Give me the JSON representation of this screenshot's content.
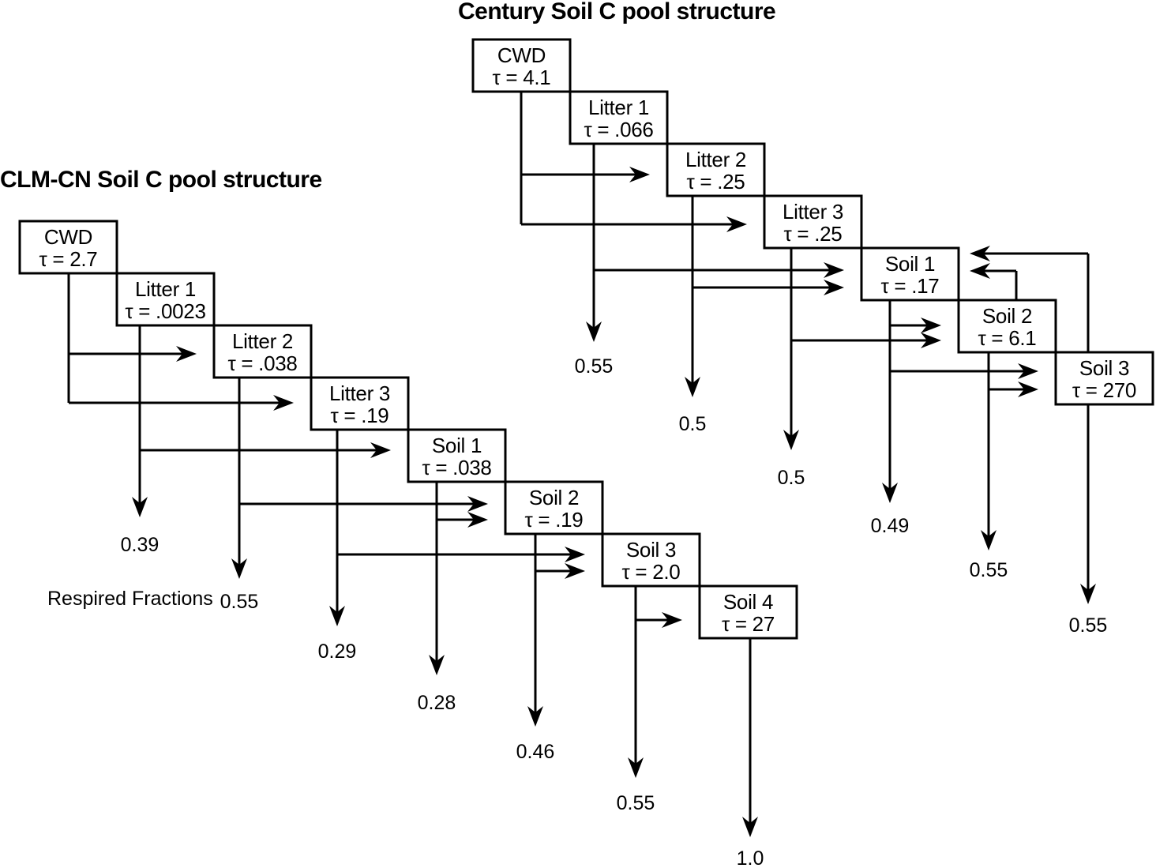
{
  "page": {
    "background": "#ffffff",
    "ink": "#000000"
  },
  "diagram": {
    "century": {
      "title": "Century Soil C pool structure",
      "pools": [
        {
          "id": "cwd",
          "name": "CWD",
          "tau": "τ = 4.1"
        },
        {
          "id": "litter1",
          "name": "Litter 1",
          "tau": "τ = .066"
        },
        {
          "id": "litter2",
          "name": "Litter 2",
          "tau": "τ = .25"
        },
        {
          "id": "litter3",
          "name": "Litter 3",
          "tau": "τ = .25"
        },
        {
          "id": "soil1",
          "name": "Soil 1",
          "tau": "τ = .17"
        },
        {
          "id": "soil2",
          "name": "Soil 2",
          "tau": "τ = 6.1"
        },
        {
          "id": "soil3",
          "name": "Soil 3",
          "tau": "τ = 270"
        }
      ],
      "transfers": [
        {
          "from": "cwd",
          "to": "litter2"
        },
        {
          "from": "cwd",
          "to": "litter3"
        },
        {
          "from": "litter1",
          "to": "soil1"
        },
        {
          "from": "litter2",
          "to": "soil1"
        },
        {
          "from": "soil1",
          "to": "soil2"
        },
        {
          "from": "litter3",
          "to": "soil2"
        },
        {
          "from": "soil1",
          "to": "soil3"
        },
        {
          "from": "soil2",
          "to": "soil3"
        }
      ],
      "feedbacks": [
        {
          "from": "soil2",
          "to": "soil1"
        },
        {
          "from": "soil3",
          "to": "soil1"
        }
      ],
      "respired_fractions": [
        {
          "pool": "litter1",
          "value": "0.55"
        },
        {
          "pool": "litter2",
          "value": "0.5"
        },
        {
          "pool": "litter3",
          "value": "0.5"
        },
        {
          "pool": "soil1",
          "value": "0.49"
        },
        {
          "pool": "soil2",
          "value": "0.55"
        },
        {
          "pool": "soil3",
          "value": "0.55"
        }
      ]
    },
    "clmcn": {
      "title": "CLM-CN Soil C pool structure",
      "respired_caption": "Respired Fractions",
      "pools": [
        {
          "id": "cwd",
          "name": "CWD",
          "tau": "τ = 2.7"
        },
        {
          "id": "litter1",
          "name": "Litter 1",
          "tau": "τ = .0023"
        },
        {
          "id": "litter2",
          "name": "Litter 2",
          "tau": "τ = .038"
        },
        {
          "id": "litter3",
          "name": "Litter 3",
          "tau": "τ = .19"
        },
        {
          "id": "soil1",
          "name": "Soil 1",
          "tau": "τ = .038"
        },
        {
          "id": "soil2",
          "name": "Soil 2",
          "tau": "τ = .19"
        },
        {
          "id": "soil3",
          "name": "Soil 3",
          "tau": "τ = 2.0"
        },
        {
          "id": "soil4",
          "name": "Soil 4",
          "tau": "τ = 27"
        }
      ],
      "transfers": [
        {
          "from": "cwd",
          "to": "litter2"
        },
        {
          "from": "cwd",
          "to": "litter3"
        },
        {
          "from": "litter1",
          "to": "soil1"
        },
        {
          "from": "litter2",
          "to": "soil2"
        },
        {
          "from": "soil1",
          "to": "soil2"
        },
        {
          "from": "litter3",
          "to": "soil3"
        },
        {
          "from": "soil2",
          "to": "soil3"
        },
        {
          "from": "soil3",
          "to": "soil4"
        }
      ],
      "feedbacks": [],
      "respired_fractions": [
        {
          "pool": "litter1",
          "value": "0.39"
        },
        {
          "pool": "litter2",
          "value": "0.55"
        },
        {
          "pool": "litter3",
          "value": "0.29"
        },
        {
          "pool": "soil1",
          "value": "0.28"
        },
        {
          "pool": "soil2",
          "value": "0.46"
        },
        {
          "pool": "soil3",
          "value": "0.55"
        },
        {
          "pool": "soil4",
          "value": "1.0"
        }
      ]
    }
  }
}
